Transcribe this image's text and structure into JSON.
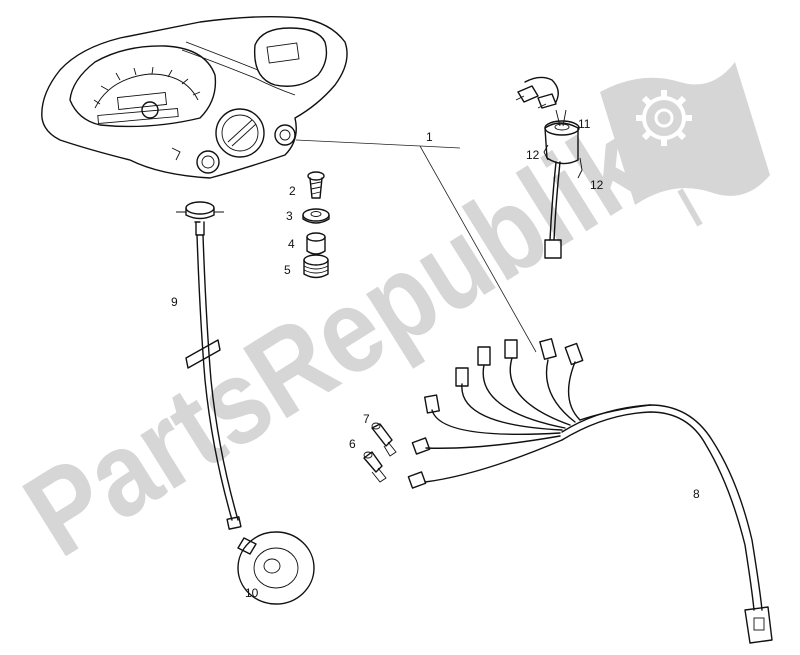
{
  "watermark": {
    "text": "PartsRepublik",
    "color": "#d4d4d4",
    "logo_icon": "gear-flag-icon"
  },
  "callouts": [
    {
      "id": "c1",
      "label": "1"
    },
    {
      "id": "c2",
      "label": "2"
    },
    {
      "id": "c3",
      "label": "3"
    },
    {
      "id": "c4",
      "label": "4"
    },
    {
      "id": "c5",
      "label": "5"
    },
    {
      "id": "c6",
      "label": "6"
    },
    {
      "id": "c7",
      "label": "7"
    },
    {
      "id": "c8",
      "label": "8"
    },
    {
      "id": "c9",
      "label": "9"
    },
    {
      "id": "c10",
      "label": "10"
    },
    {
      "id": "c11",
      "label": "11"
    },
    {
      "id": "c12a",
      "label": "12"
    },
    {
      "id": "c12b",
      "label": "12"
    }
  ],
  "colors": {
    "ink": "#111111",
    "background": "#ffffff"
  }
}
